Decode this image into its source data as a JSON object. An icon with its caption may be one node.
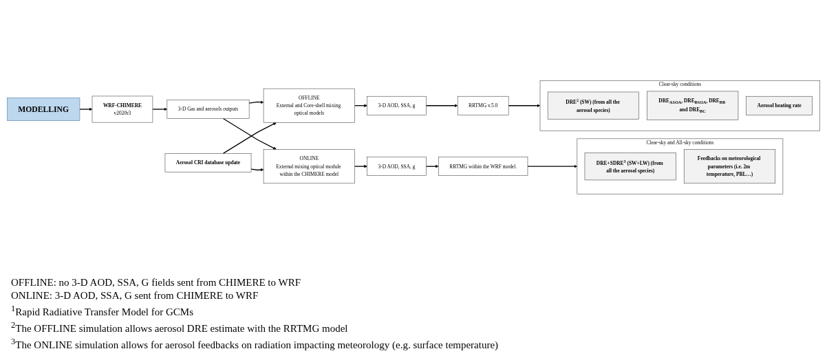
{
  "diagram": {
    "nodes": [
      {
        "text": [
          "MODELLING"
        ]
      },
      {
        "text": [
          "WRF-CHIMERE",
          "v2020r3"
        ]
      },
      {
        "text": [
          "3-D Gas and aerosols outputs"
        ]
      },
      {
        "text": [
          "OFFLINE",
          "External and Core-shell mixing optical models"
        ]
      },
      {
        "text": [
          "Aerosol CRI database update"
        ]
      },
      {
        "text": [
          "ONLINE",
          "External mixing optical module within the CHIMERE model"
        ]
      },
      {
        "text": [
          "3-D AOD, SSA, g"
        ]
      },
      {
        "text": [
          "RRTMG v.5.0"
        ]
      },
      {
        "text": [
          "3-D AOD, SSA, g"
        ]
      },
      {
        "text": [
          "RRTMG within the WRF model."
        ]
      },
      {
        "text": [
          "Clear-sky conditions"
        ]
      },
      {
        "text": [
          "DRE$^{2}$ (SW) (from all the aerosol species)"
        ],
        "in": 10
      },
      {
        "text": [
          "DRE$_{ASOA}$, DRE$_{BSOA}$, DRE$_{BB}$ and DRE$_{BC}$"
        ],
        "in": 10
      },
      {
        "text": [
          "Aerosol heating rate"
        ],
        "in": 10
      },
      {
        "text": [
          "Clear-sky and All-sky conditions"
        ]
      },
      {
        "text": [
          "DRE+SDRE$^{3}$ (SW+LW) (from all the aerosol species)"
        ],
        "in": 14
      },
      {
        "text": [
          "Feedbacks on meteorological parameters (i.e. 2m temperature, PBL…)"
        ],
        "in": 14
      }
    ],
    "edges": [
      {
        "from": 0,
        "to": 1,
        "arrow": "to"
      },
      {
        "from": 1,
        "to": 2,
        "arrow": "to"
      },
      {
        "from": 2,
        "to": 3,
        "arrow": "to"
      },
      {
        "from": 2,
        "to": 5,
        "arrow": "to"
      },
      {
        "from": 4,
        "to": 3,
        "arrow": "to"
      },
      {
        "from": 4,
        "to": 5,
        "arrow": "to"
      },
      {
        "from": 3,
        "to": 6,
        "arrow": "to"
      },
      {
        "from": 6,
        "to": 7,
        "arrow": "to"
      },
      {
        "from": 7,
        "to": 10,
        "arrow": "to"
      },
      {
        "from": 5,
        "to": 8,
        "arrow": "to"
      },
      {
        "from": 8,
        "to": 9,
        "arrow": "to"
      },
      {
        "from": 9,
        "to": 14,
        "arrow": "to"
      }
    ],
    "labels": [
      "OFFLINE: no 3-D AOD, SSA, G fields sent from CHIMERE to WRF",
      "ONLINE: 3-D AOD, SSA, G sent from CHIMERE to WRF",
      "$^{1}$Rapid Radiative Transfer Model for GCMs",
      "$^{2}$The OFFLINE simulation allows aerosol DRE estimate with the RRTMG model",
      "$^{3}$The ONLINE simulation allows for aerosol feedbacks on radiation impacting meteorology (e.g. surface temperature)"
    ]
  }
}
